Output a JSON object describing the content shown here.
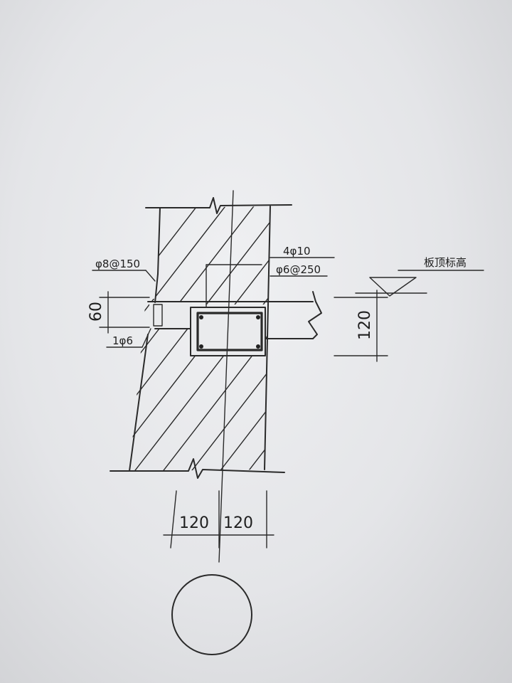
{
  "labels": {
    "top_rebar": "4φ10",
    "stirrup": "φ6@250",
    "left_rebar": "φ8@150",
    "dim_left_height": "60",
    "bottom_rebar": "1φ6",
    "slab_elevation": "板顶标高",
    "dim_slab": "120",
    "dim_left_width": "120",
    "dim_right_width": "120"
  },
  "colors": {
    "ink": "#2a2a2a",
    "paper": "#e9eaec"
  }
}
